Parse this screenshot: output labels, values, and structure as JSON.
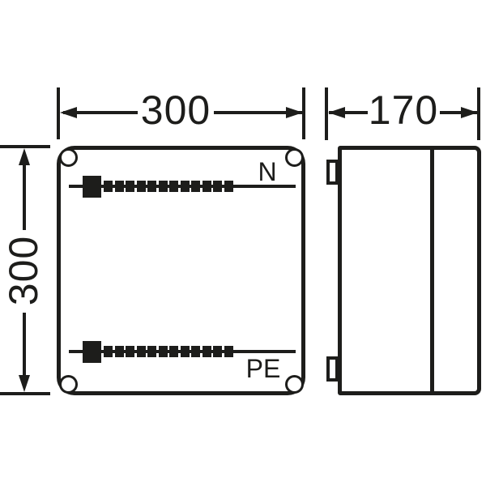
{
  "colors": {
    "ink": "#1d1d1b",
    "background": "#ffffff"
  },
  "dimensions": {
    "front_width_mm": "300",
    "front_height_mm": "300",
    "depth_mm": "170"
  },
  "busbars": {
    "neutral_label": "N",
    "earth_label": "PE",
    "terminal_count": 12
  }
}
